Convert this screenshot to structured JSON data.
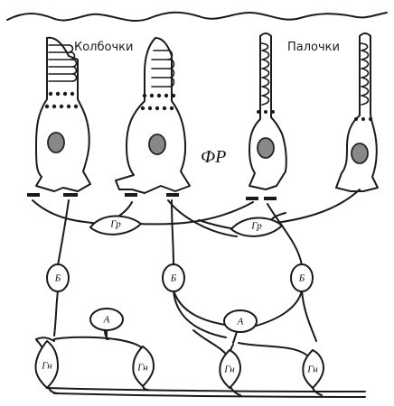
{
  "labels": {
    "cones": "Колбочки",
    "rods": "Палочки",
    "photoreceptors": "ФР"
  },
  "cells": {
    "horizontal": "Гр",
    "bipolar": "Б",
    "amacrine": "А",
    "ganglion": "Гн"
  },
  "colors": {
    "ink": "#1a1a1a",
    "nucleus": "#888888",
    "background": "#ffffff"
  }
}
